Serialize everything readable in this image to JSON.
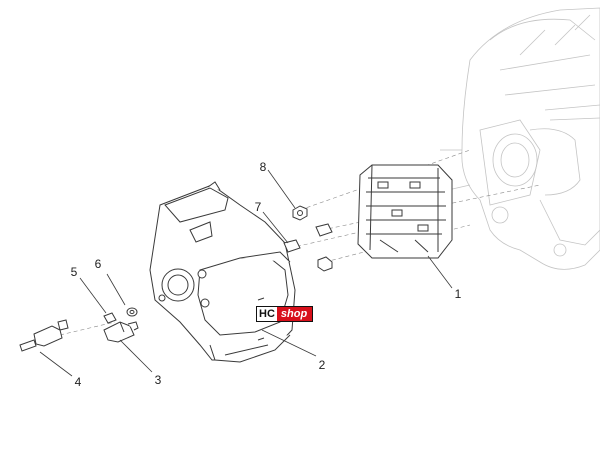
{
  "callouts": [
    {
      "id": "1",
      "label": "1"
    },
    {
      "id": "2",
      "label": "2"
    },
    {
      "id": "3",
      "label": "3"
    },
    {
      "id": "4",
      "label": "4"
    },
    {
      "id": "5",
      "label": "5"
    },
    {
      "id": "6",
      "label": "6"
    },
    {
      "id": "7",
      "label": "7"
    },
    {
      "id": "8",
      "label": "8"
    }
  ],
  "watermark": {
    "part1": "HC",
    "part2": "shop"
  },
  "colors": {
    "line": "#3a3a3a",
    "ghost": "#b8b8b8",
    "accent": "#d8101b"
  }
}
